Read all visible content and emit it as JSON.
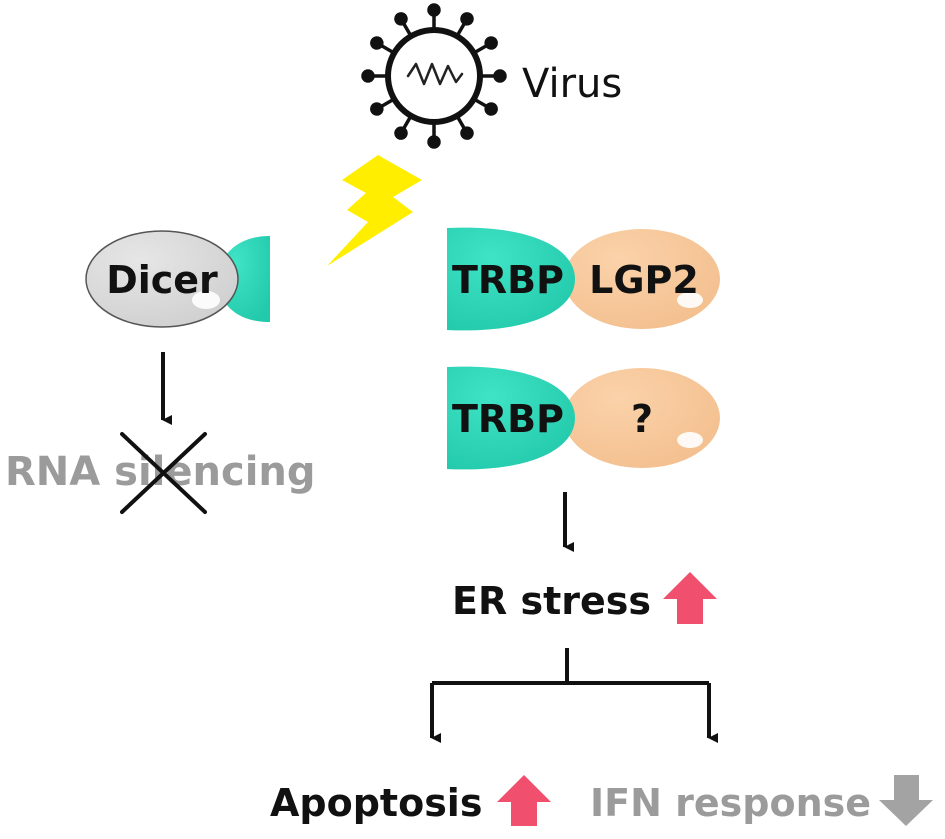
{
  "labels": {
    "virus": "Virus",
    "dicer": "Dicer",
    "trbp_top": "TRBP",
    "lgp2": "LGP2",
    "trbp_bottom": "TRBP",
    "unknown": "?",
    "rna_silencing": "RNA silencing",
    "er_stress": "ER stress",
    "apoptosis": "Apoptosis",
    "ifn_response": "IFN response"
  },
  "colors": {
    "dicer": "#d4d4d4",
    "trbp": "#2ed6b8",
    "partner": "#f7c79a",
    "bolt": "#ffee00",
    "up_arrow": "#f0506e",
    "down_arrow": "#a3a3a3",
    "muted_text": "#9b9b9b",
    "ink": "#111111"
  },
  "icons": {
    "virus": "virus-icon",
    "bolt": "lightning-bolt-icon",
    "cross": "cross-mark-icon",
    "up": "arrow-up-icon",
    "down": "arrow-down-icon"
  }
}
